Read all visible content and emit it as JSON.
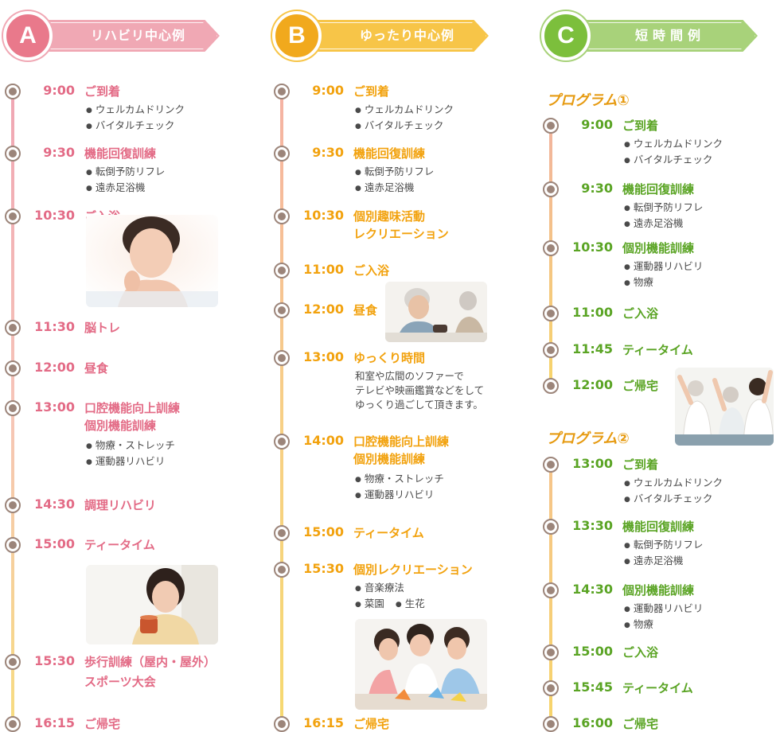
{
  "columns": {
    "a": {
      "letter": "A",
      "title": "リハビリ中心例",
      "events": [
        {
          "time": "9:00",
          "title": "ご到着",
          "details": [
            "ウェルカムドリンク",
            "バイタルチェック"
          ]
        },
        {
          "time": "9:30",
          "title": "機能回復訓練",
          "details": [
            "転倒予防リフレ",
            "遠赤足浴機"
          ]
        },
        {
          "time": "10:30",
          "title": "ご入浴"
        },
        {
          "time": "11:30",
          "title": "脳トレ"
        },
        {
          "time": "12:00",
          "title": "昼食"
        },
        {
          "time": "13:00",
          "title": "口腔機能向上訓練",
          "title2": "個別機能訓練",
          "details": [
            "物療・ストレッチ",
            "運動器リハビリ"
          ]
        },
        {
          "time": "14:30",
          "title": "調理リハビリ"
        },
        {
          "time": "15:00",
          "title": "ティータイム"
        },
        {
          "time": "15:30",
          "title": "歩行訓練（屋内・屋外）",
          "title2": "スポーツ大会"
        },
        {
          "time": "16:15",
          "title": "ご帰宅"
        }
      ]
    },
    "b": {
      "letter": "B",
      "title": "ゆったり中心例",
      "events": [
        {
          "time": "9:00",
          "title": "ご到着",
          "details": [
            "ウェルカムドリンク",
            "バイタルチェック"
          ]
        },
        {
          "time": "9:30",
          "title": "機能回復訓練",
          "details": [
            "転倒予防リフレ",
            "遠赤足浴機"
          ]
        },
        {
          "time": "10:30",
          "title": "個別趣味活動",
          "title2": "レクリエーション"
        },
        {
          "time": "11:00",
          "title": "ご入浴"
        },
        {
          "time": "12:00",
          "title": "昼食"
        },
        {
          "time": "13:00",
          "title": "ゆっくり時間",
          "note": [
            "和室や広間のソファーで",
            "テレビや映画鑑賞などをして",
            "ゆっくり過ごして頂きます。"
          ]
        },
        {
          "time": "14:00",
          "title": "口腔機能向上訓練",
          "title2": "個別機能訓練",
          "details": [
            "物療・ストレッチ",
            "運動器リハビリ"
          ]
        },
        {
          "time": "15:00",
          "title": "ティータイム"
        },
        {
          "time": "15:30",
          "title": "個別レクリエーション",
          "details": [
            "音楽療法"
          ],
          "details_pair": [
            "菜園",
            "生花"
          ]
        },
        {
          "time": "16:15",
          "title": "ご帰宅"
        }
      ]
    },
    "c": {
      "letter": "C",
      "title": "短時間例",
      "program1": "プログラム①",
      "program2": "プログラム②",
      "events1": [
        {
          "time": "9:00",
          "title": "ご到着",
          "details": [
            "ウェルカムドリンク",
            "バイタルチェック"
          ]
        },
        {
          "time": "9:30",
          "title": "機能回復訓練",
          "details": [
            "転倒予防リフレ",
            "遠赤足浴機"
          ]
        },
        {
          "time": "10:30",
          "title": "個別機能訓練",
          "details": [
            "運動器リハビリ",
            "物療"
          ]
        },
        {
          "time": "11:00",
          "title": "ご入浴"
        },
        {
          "time": "11:45",
          "title": "ティータイム"
        },
        {
          "time": "12:00",
          "title": "ご帰宅"
        }
      ],
      "events2": [
        {
          "time": "13:00",
          "title": "ご到着",
          "details": [
            "ウェルカムドリンク",
            "バイタルチェック"
          ]
        },
        {
          "time": "13:30",
          "title": "機能回復訓練",
          "details": [
            "転倒予防リフレ",
            "遠赤足浴機"
          ]
        },
        {
          "time": "14:30",
          "title": "個別機能訓練",
          "details": [
            "運動器リハビリ",
            "物療"
          ]
        },
        {
          "time": "15:00",
          "title": "ご入浴"
        },
        {
          "time": "15:45",
          "title": "ティータイム"
        },
        {
          "time": "16:00",
          "title": "ご帰宅"
        }
      ]
    }
  },
  "colors": {
    "a": "#e36b86",
    "b": "#f2a20e",
    "c": "#5aa424",
    "dot": "#9c857a"
  }
}
